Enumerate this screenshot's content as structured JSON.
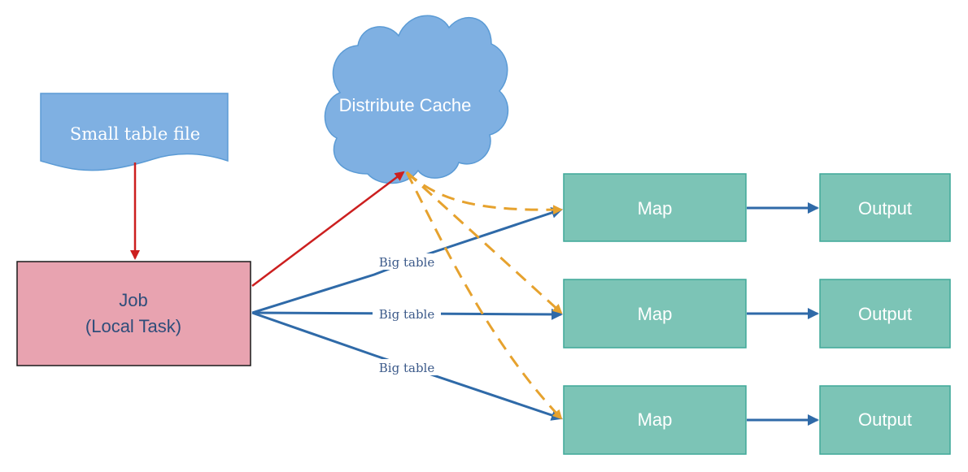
{
  "small_table_file": {
    "label": "Small table file"
  },
  "distribute_cache": {
    "label": "Distribute Cache"
  },
  "job": {
    "line1": "Job",
    "line2": "(Local Task)"
  },
  "edges": {
    "big_table_top": "Big table",
    "big_table_middle": "Big table",
    "big_table_bottom": "Big table"
  },
  "maps": [
    {
      "label": "Map"
    },
    {
      "label": "Map"
    },
    {
      "label": "Map"
    }
  ],
  "outputs": [
    {
      "label": "Output"
    },
    {
      "label": "Output"
    },
    {
      "label": "Output"
    }
  ],
  "colors": {
    "document_fill": "#7fb0e2",
    "document_stroke": "#5b9bd5",
    "cloud_fill": "#7fb0e2",
    "cloud_stroke": "#5b9bd5",
    "job_fill": "#e8a3b0",
    "job_stroke": "#1a1a1a",
    "job_text": "#2e4d7a",
    "map_fill": "#7cc4b6",
    "map_stroke": "#3fa898",
    "red_arrow": "#cc1f1f",
    "blue_arrow": "#2f6aa8",
    "orange_dash": "#e6a22e",
    "edge_label": "#3c5a8a"
  }
}
